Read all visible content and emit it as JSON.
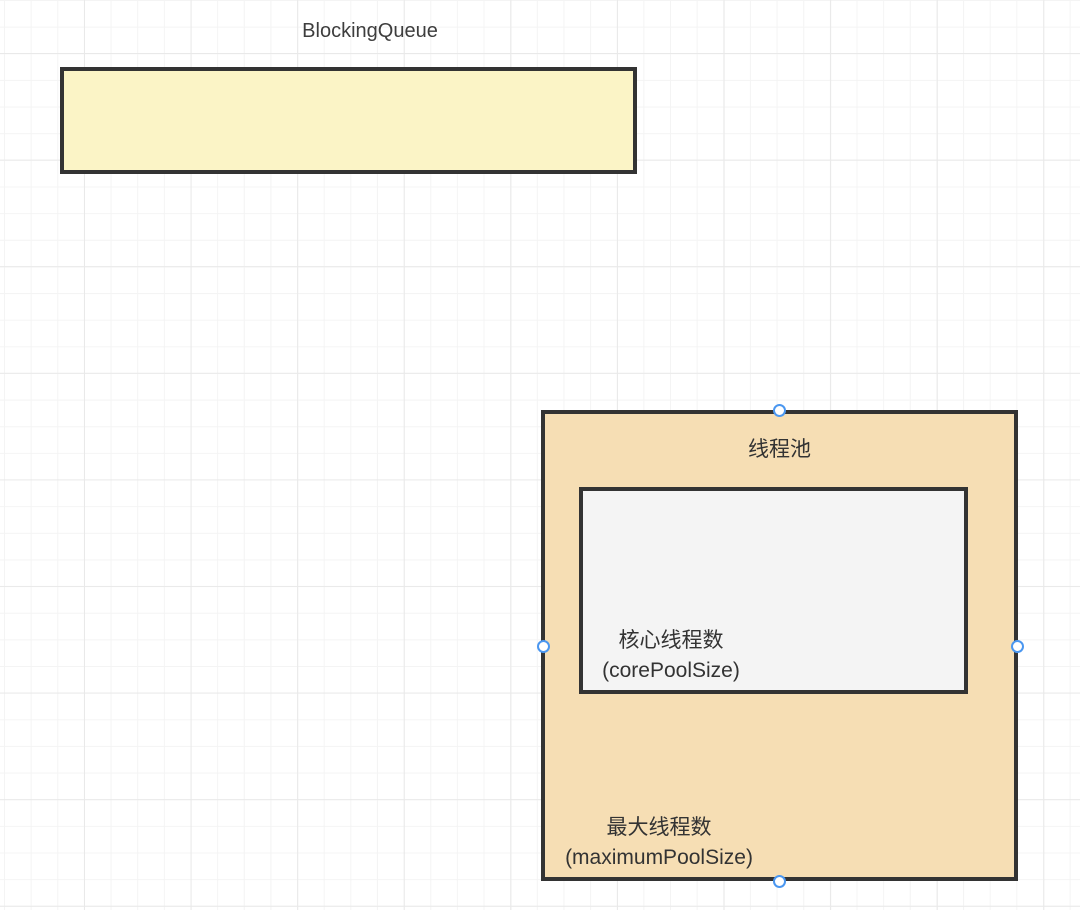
{
  "diagram": {
    "blocking_queue": {
      "label": "BlockingQueue",
      "fill_color": "#fbf4c6",
      "border_color": "#333333"
    },
    "thread_pool": {
      "label": "线程池",
      "fill_color": "#f6deb4",
      "border_color": "#333333",
      "selected": true
    },
    "core_pool": {
      "label_line1": "核心线程数",
      "label_line2": "(corePoolSize)",
      "fill_color": "#f4f4f4",
      "border_color": "#333333"
    },
    "max_pool_label": {
      "line1": "最大线程数",
      "line2": "(maximumPoolSize)"
    },
    "selection": {
      "handle_fill": "#ffffff",
      "handle_border_color": "#4b97f0",
      "handle_positions": [
        "top",
        "right",
        "bottom",
        "left"
      ]
    },
    "grid": {
      "background": "#ffffff",
      "minor_line_color": "#f4f4f4",
      "major_line_color": "#e9e9e9"
    }
  }
}
